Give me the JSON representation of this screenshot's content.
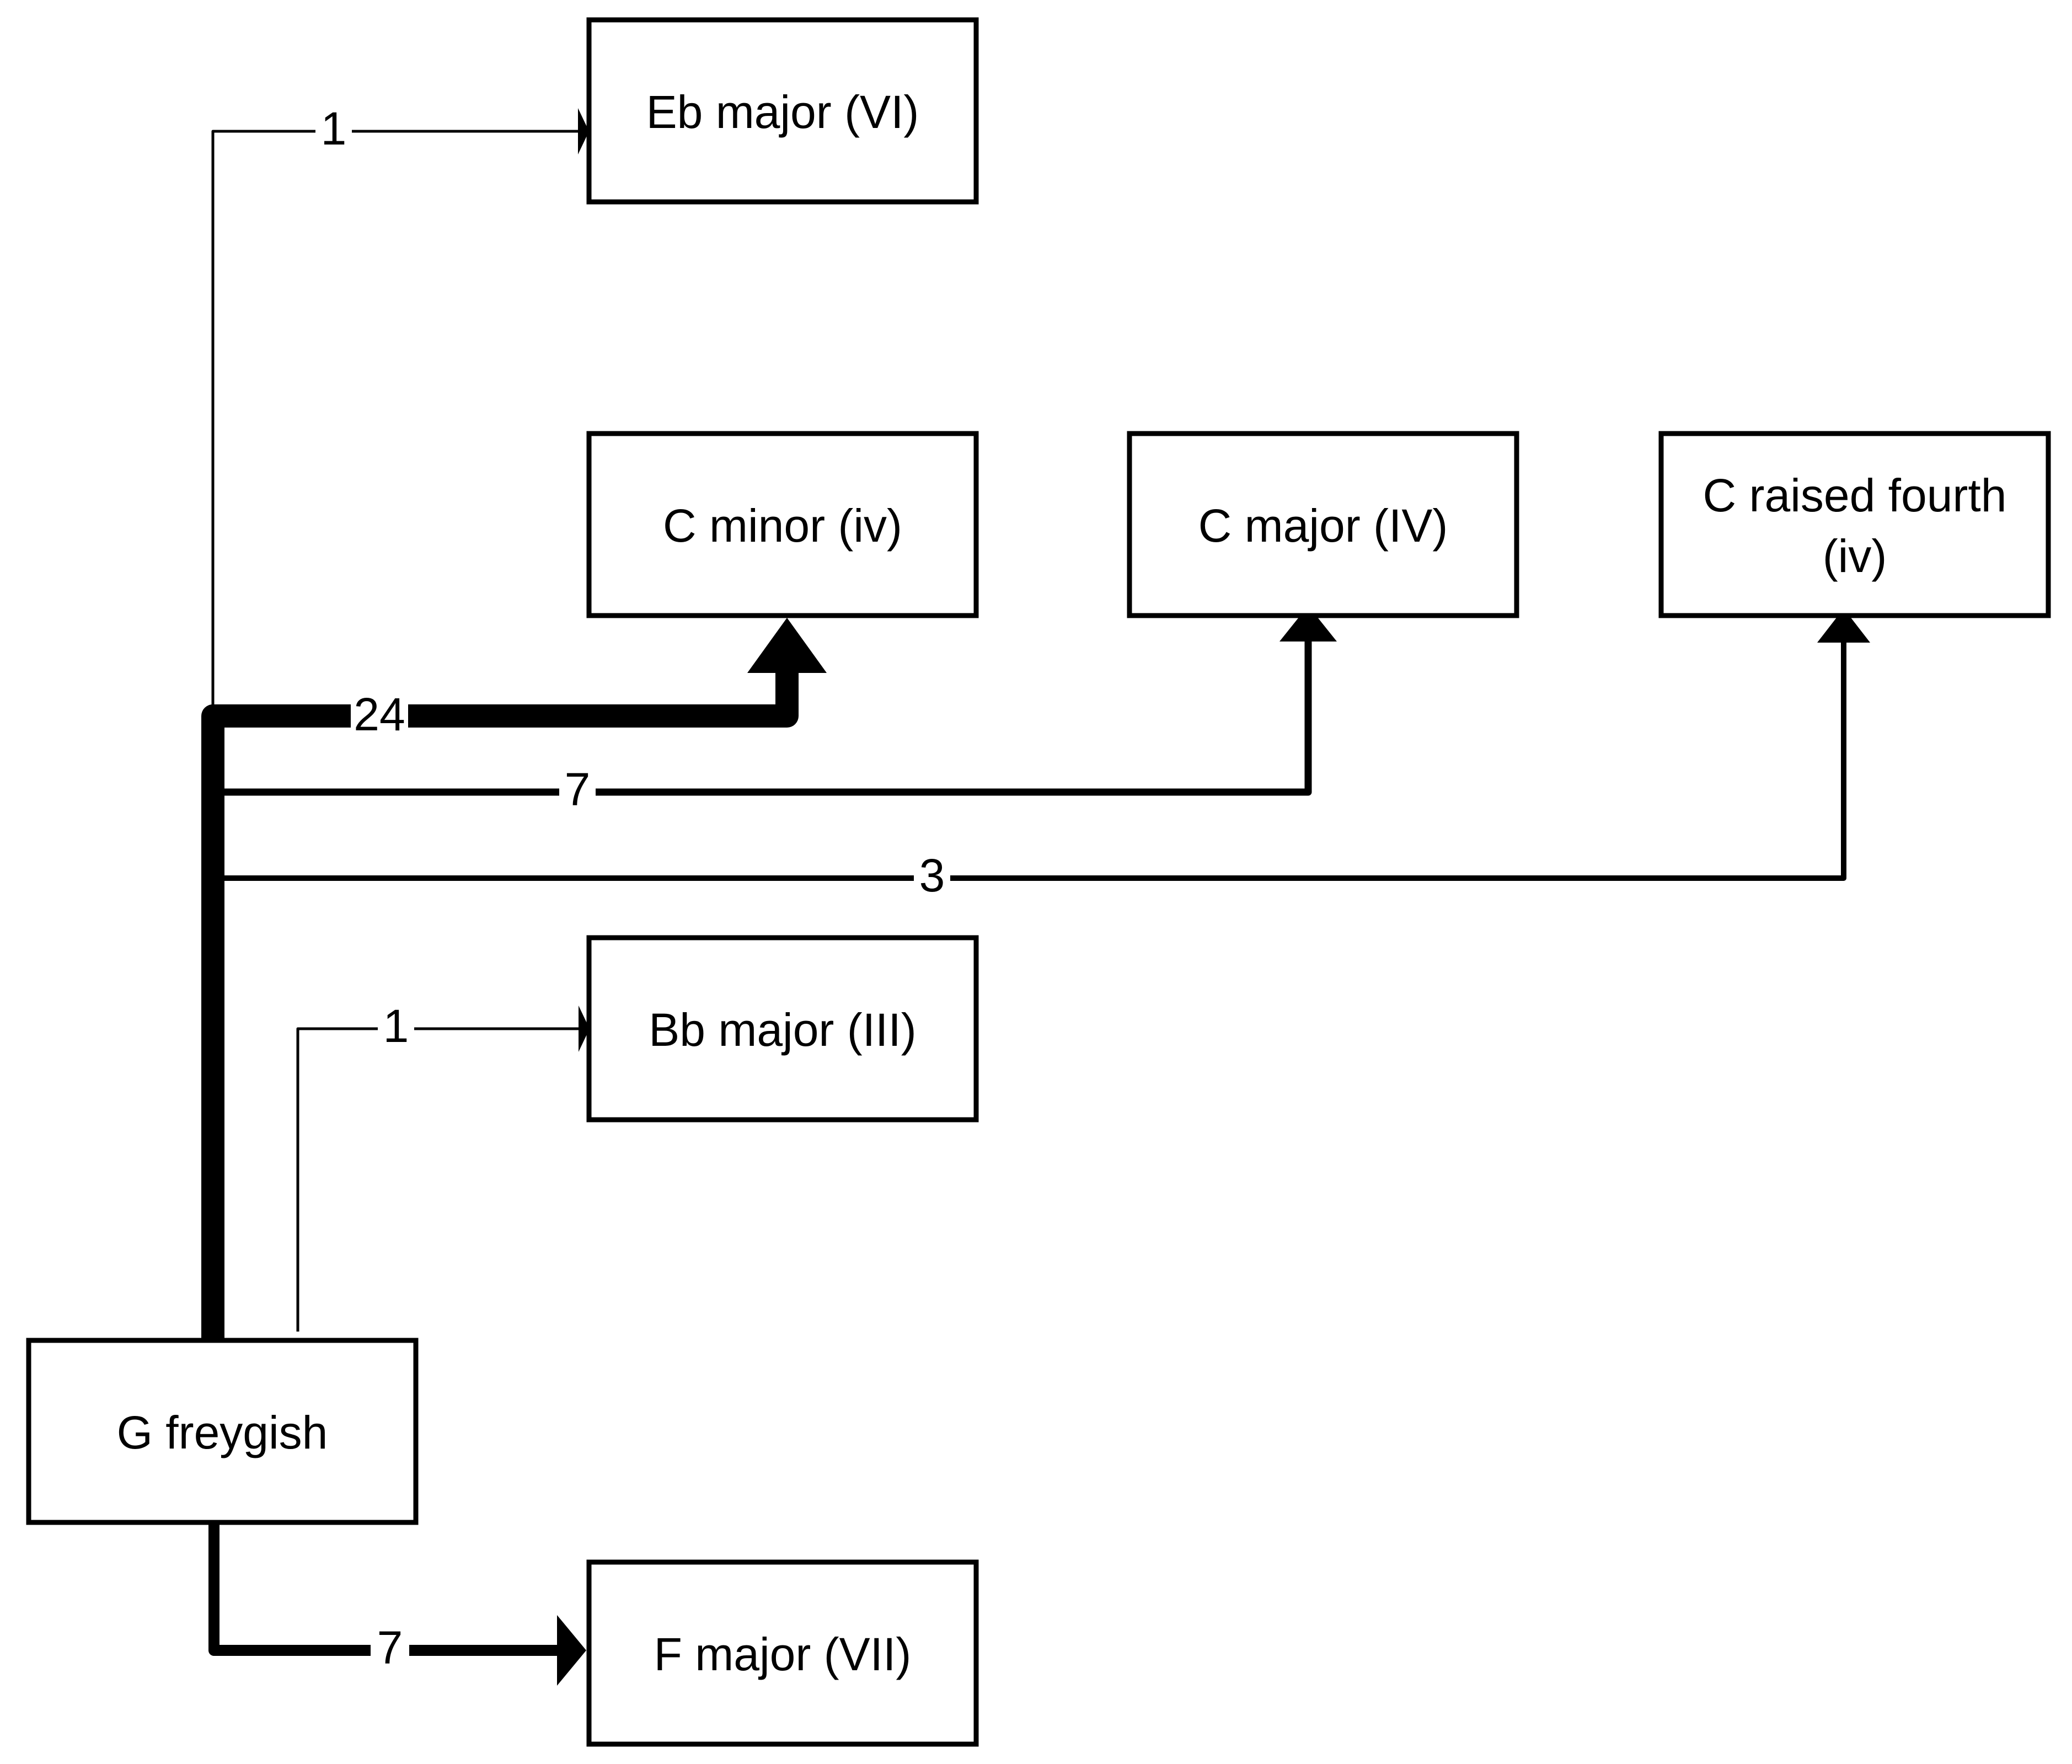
{
  "diagram": {
    "type": "directed-graph",
    "title": "",
    "background_color": "#ffffff",
    "line_color": "#000000",
    "node_fill": "#ffffff",
    "nodes": [
      {
        "id": "eb_major",
        "label": "Eb major (VI)"
      },
      {
        "id": "c_minor",
        "label": "C minor (iv)"
      },
      {
        "id": "c_major",
        "label": "C major (IV)"
      },
      {
        "id": "c_raised_fourth",
        "label_line1": "C raised fourth",
        "label_line2": "(iv)"
      },
      {
        "id": "bb_major",
        "label": "Bb major (III)"
      },
      {
        "id": "g_freygish",
        "label": "G freygish"
      },
      {
        "id": "f_major",
        "label": "F major (VII)"
      }
    ],
    "edges": [
      {
        "id": "e1",
        "source": "g_freygish",
        "target": "eb_major",
        "weight": "1"
      },
      {
        "id": "e2",
        "source": "g_freygish",
        "target": "c_minor",
        "weight": "24"
      },
      {
        "id": "e3",
        "source": "g_freygish",
        "target": "c_major",
        "weight": "7"
      },
      {
        "id": "e4",
        "source": "g_freygish",
        "target": "c_raised_fourth",
        "weight": "3"
      },
      {
        "id": "e5",
        "source": "g_freygish",
        "target": "bb_major",
        "weight": "1"
      },
      {
        "id": "e6",
        "source": "g_freygish",
        "target": "f_major",
        "weight": "7"
      }
    ]
  }
}
